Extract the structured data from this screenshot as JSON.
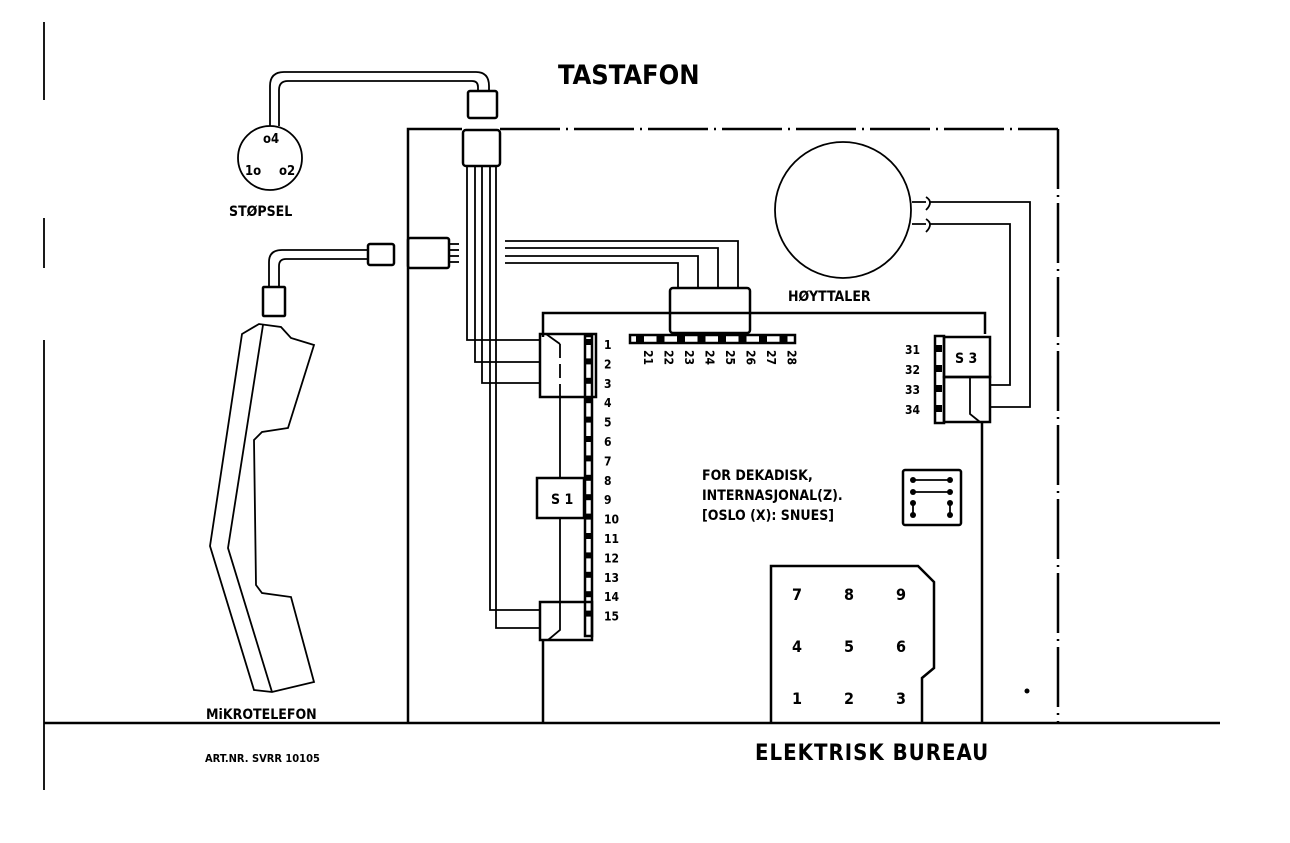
{
  "title": "TASTAFON",
  "components": {
    "plug": {
      "label": "STØPSEL",
      "pins": [
        "o4",
        "1o",
        "o2"
      ]
    },
    "speaker": {
      "label": "HØYTTALER"
    },
    "handset": {
      "label": "MiKROTELEFON"
    },
    "switch1": {
      "label": "S 1"
    },
    "switch3": {
      "label": "S 3"
    },
    "jumper_note": {
      "lines": [
        "FOR DEKADISK,",
        "INTERNASJONAL(Z).",
        "[OSLO (X): SNUES]"
      ]
    },
    "keypad": {
      "rows": [
        [
          "7",
          "8",
          "9"
        ],
        [
          "4",
          "5",
          "6"
        ],
        [
          "1",
          "2",
          "3"
        ]
      ]
    }
  },
  "terminals": {
    "left_strip": [
      "1",
      "2",
      "3",
      "4",
      "5",
      "6",
      "7",
      "8",
      "9",
      "10",
      "11",
      "12",
      "13",
      "14",
      "15"
    ],
    "top_strip": [
      "21",
      "22",
      "23",
      "24",
      "25",
      "26",
      "27",
      "28"
    ],
    "right_strip": [
      "31",
      "32",
      "33",
      "34"
    ]
  },
  "footer": {
    "article_number": "ART.NR. SVRR 10105",
    "manufacturer": "ELEKTRISK BUREAU"
  }
}
